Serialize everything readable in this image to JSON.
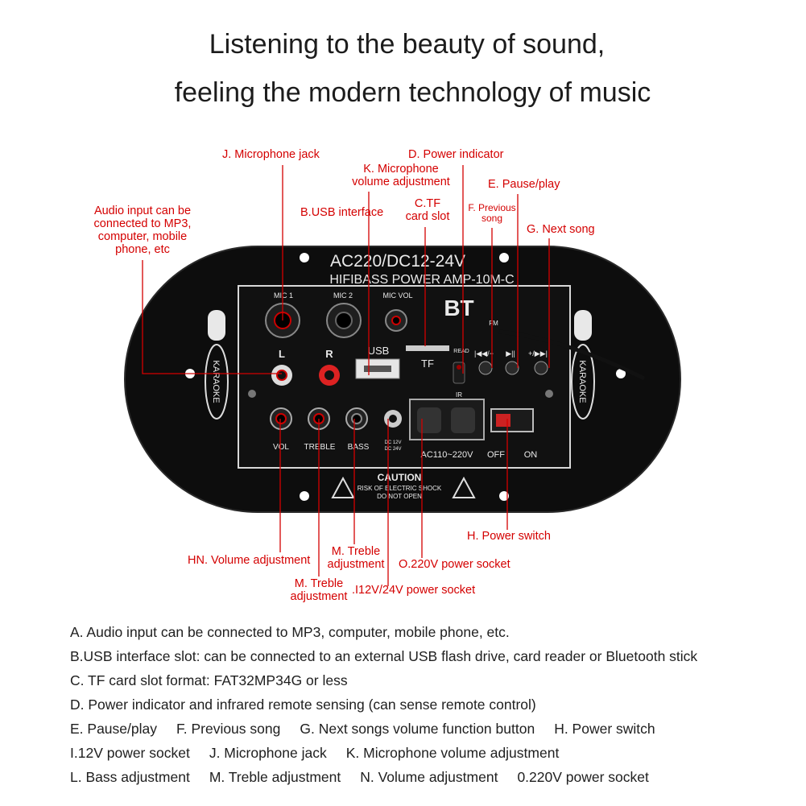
{
  "heading": {
    "line1": "Listening to the beauty of sound,",
    "line2": "feeling the modern technology of music"
  },
  "callouts": {
    "mic_jack": "J. Microphone jack",
    "power_indicator": "D. Power indicator",
    "mic_volume_1": "K. Microphone",
    "mic_volume_2": "volume adjustment",
    "pause_play": "E. Pause/play",
    "audio_in_1": "Audio input can be",
    "audio_in_2": "connected to MP3,",
    "audio_in_3": "computer, mobile",
    "audio_in_4": "phone, etc",
    "usb": "B.USB interface",
    "tf_1": "C.TF",
    "tf_2": "card slot",
    "prev_1": "F. Previous",
    "prev_2": "song",
    "next": "G. Next song",
    "power_switch": "H. Power switch",
    "volume": "HN. Volume adjustment",
    "treble_top_1": "M. Treble",
    "treble_top_2": "adjustment",
    "socket_220": "O.220V power socket",
    "treble_bottom_1": "M. Treble",
    "treble_bottom_2": "adjustment",
    "socket_12v": ".I12V/24V power socket"
  },
  "panel": {
    "title": "AC220/DC12-24V",
    "model": "HIFIBASS POWER AMP-10M-C",
    "mic1": "MIC 1",
    "mic2": "MIC 2",
    "micvol": "MIC VOL",
    "bt": "BT",
    "fm": "FM",
    "usb": "USB",
    "tf": "TF",
    "read": "READ",
    "ir": "IR",
    "left": "L",
    "right": "R",
    "vol": "VOL",
    "treble": "TREBLE",
    "bass": "BASS",
    "dc1": "DC 12V",
    "dc2": "DC 24V",
    "ac": "AC110~220V",
    "off": "OFF",
    "on": "ON",
    "caution": "CAUTION",
    "warn1": "RISK OF ELECTRIC SHOCK",
    "warn2": "DO NOT OPEN",
    "karaoke": "KARAOKE",
    "btn_prev": "|◀◀/−",
    "btn_play": "▶||",
    "btn_next": "+/▶▶|"
  },
  "descriptions": {
    "a": "A. Audio input can be connected to MP3, computer, mobile phone, etc.",
    "b": "B.USB interface slot: can be connected to an external USB flash drive, card reader or Bluetooth stick",
    "c": "C. TF card slot format: FAT32MP34G or less",
    "d": "D. Power indicator and infrared remote sensing (can sense remote control)",
    "e": "E. Pause/play",
    "f": "F. Previous song",
    "g": "G. Next songs volume function button",
    "h": "H. Power switch",
    "i": "I.12V power socket",
    "j": "J. Microphone jack",
    "k": "K. Microphone volume adjustment",
    "l": "L. Bass adjustment",
    "m": "M. Treble adjustment",
    "n": "N. Volume adjustment",
    "o": "0.220V power socket"
  },
  "colors": {
    "callout": "#d40000",
    "panel": "#0d0d0d",
    "panel_text": "#eaeaea"
  }
}
